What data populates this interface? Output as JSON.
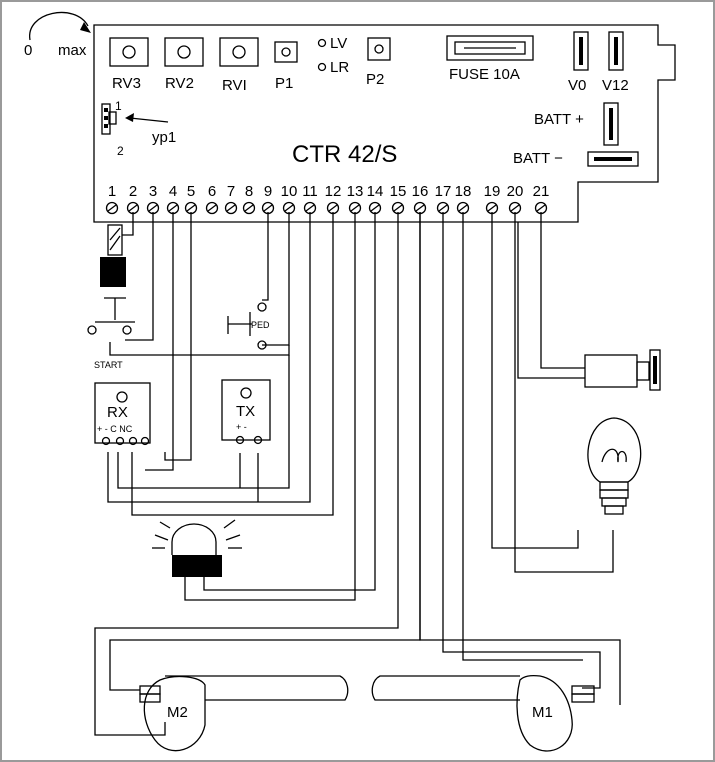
{
  "board": {
    "title": "CTR 42/S",
    "trimmers": [
      "RV3",
      "RV2",
      "RVI"
    ],
    "buttons": [
      "P1",
      "P2"
    ],
    "leds": [
      "LV",
      "LR"
    ],
    "fuse": "FUSE 10A",
    "voltages": [
      "V0",
      "V12"
    ],
    "battery_plus": "BATT +",
    "battery_minus": "BATT −",
    "jumper_pins": [
      "1",
      "2"
    ],
    "jumper_label": "yp1",
    "terminals": [
      "1",
      "2",
      "3",
      "4",
      "5",
      "6",
      "7",
      "8",
      "9",
      "10",
      "11",
      "12",
      "13",
      "14",
      "15",
      "16",
      "17",
      "18",
      "19",
      "20",
      "21"
    ]
  },
  "rotation": {
    "min": "0",
    "max": "max"
  },
  "devices": {
    "start": "START",
    "ped": "PED",
    "rx": {
      "label": "RX",
      "pins": "+ - C NC"
    },
    "tx": {
      "label": "TX",
      "pins": "+ -"
    },
    "motor_left": "M2",
    "motor_right": "M1"
  }
}
